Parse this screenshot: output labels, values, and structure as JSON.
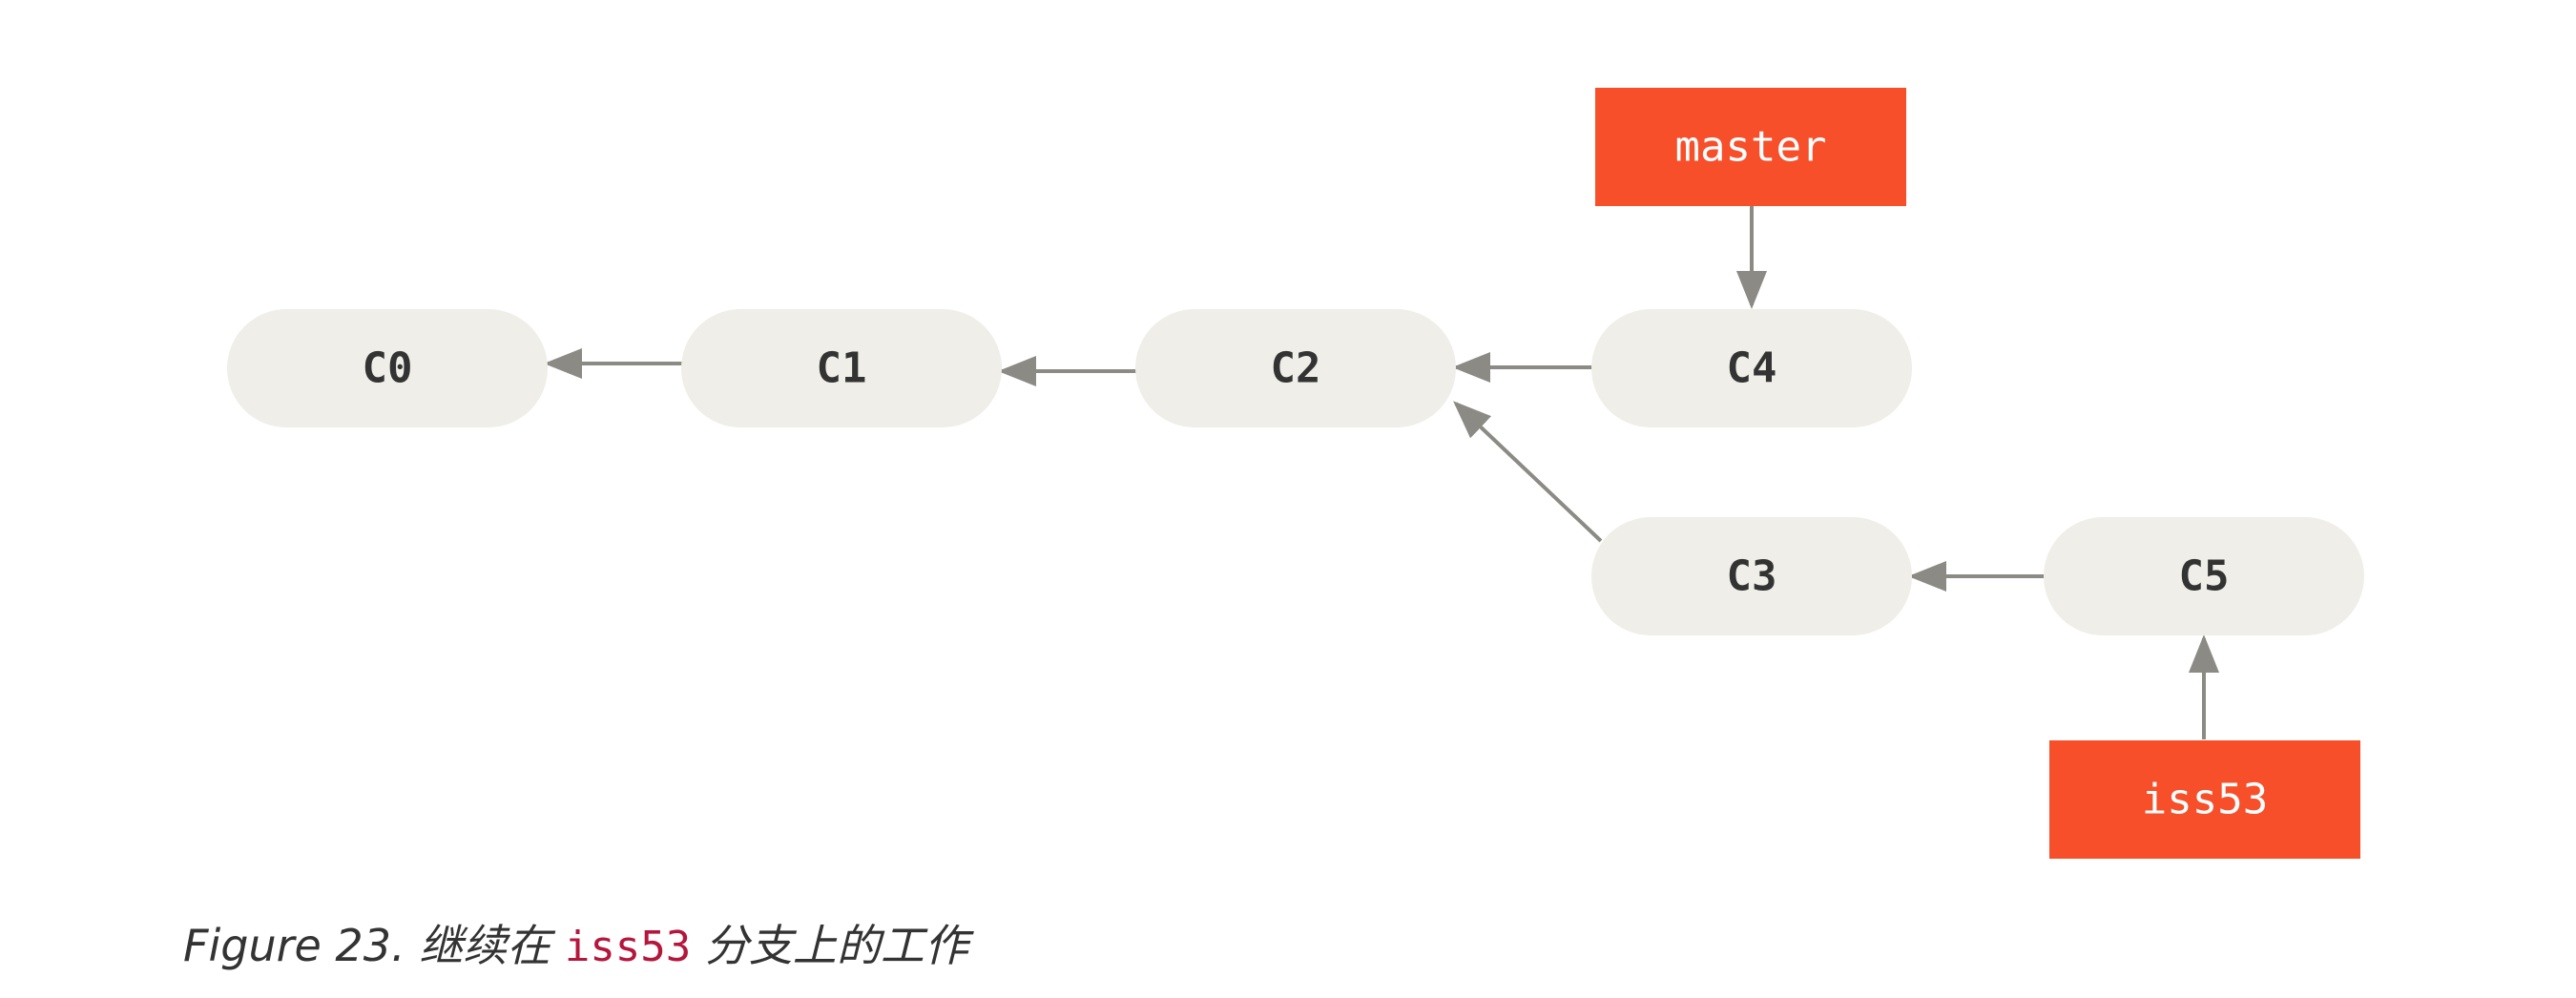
{
  "colors": {
    "commit_fill": "#efeee8",
    "commit_text": "#333333",
    "branch_fill": "#f64f2a",
    "branch_text": "#ffffff",
    "arrow": "#8c8a84",
    "caption_text": "#333333",
    "caption_code": "#b4163c"
  },
  "commits": [
    {
      "id": "c0",
      "label": "C0"
    },
    {
      "id": "c1",
      "label": "C1"
    },
    {
      "id": "c2",
      "label": "C2"
    },
    {
      "id": "c4",
      "label": "C4"
    },
    {
      "id": "c3",
      "label": "C3"
    },
    {
      "id": "c5",
      "label": "C5"
    }
  ],
  "branches": [
    {
      "id": "master",
      "label": "master",
      "points_to": "C4"
    },
    {
      "id": "iss53",
      "label": "iss53",
      "points_to": "C5"
    }
  ],
  "edges": [
    {
      "from": "C1",
      "to": "C0"
    },
    {
      "from": "C2",
      "to": "C1"
    },
    {
      "from": "C4",
      "to": "C2"
    },
    {
      "from": "C3",
      "to": "C2"
    },
    {
      "from": "C5",
      "to": "C3"
    }
  ],
  "caption": {
    "prefix": "Figure 23. 继续在 ",
    "code": "iss53",
    "suffix": " 分支上的工作"
  }
}
